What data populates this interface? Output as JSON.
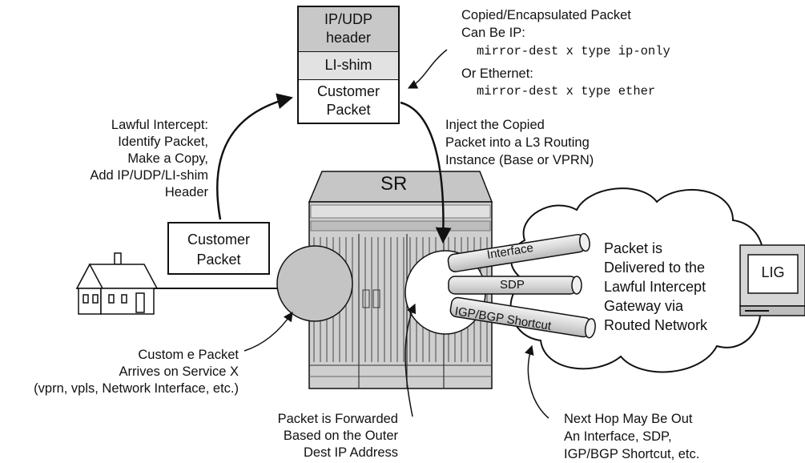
{
  "packet_stack": {
    "ip_udp_header": [
      "IP/UDP",
      "header"
    ],
    "li_shim": "LI-shim",
    "customer_packet": [
      "Customer",
      "Packet"
    ]
  },
  "copied_note": {
    "title": [
      "Copied/Encapsulated Packet",
      "Can Be IP:"
    ],
    "ip_cmd": "mirror-dest x type ip-only",
    "or_ethernet": "Or Ethernet:",
    "ether_cmd": "mirror-dest x type ether"
  },
  "lawful_intercept_note": [
    "Lawful Intercept:",
    "Identify Packet,",
    "Make a Copy,",
    "Add IP/UDP/LI-shim",
    "Header"
  ],
  "inject_note": [
    "Inject the Copied",
    "Packet into a L3 Routing",
    "Instance (Base or VPRN)"
  ],
  "router_label": "SR",
  "customer_packet_box": [
    "Customer",
    "Packet"
  ],
  "arrival_note": [
    "Custom e Packet",
    "Arrives on Service X",
    "(vprn, vpls, Network Interface, etc.)"
  ],
  "forward_note": [
    "Packet is Forwarded",
    "Based on the Outer",
    "Dest IP Address"
  ],
  "next_hop_note": [
    "Next Hop May Be Out",
    "An Interface, SDP,",
    "IGP/BGP Shortcut, etc."
  ],
  "tunnels": [
    "Interface",
    "SDP",
    "IGP/BGP Shortcut"
  ],
  "delivery_note": [
    "Packet is",
    "Delivered to the",
    "Lawful Intercept",
    "Gateway via",
    "Routed Network"
  ],
  "lig_label": "LIG",
  "colors": {
    "header_fill": "#c8c8c8",
    "shim_fill": "#e2e2e2",
    "circle_fill": "#c4c4c4",
    "chassis_fill": "#cfcfcf",
    "tunnel_fill": "#dedede"
  }
}
